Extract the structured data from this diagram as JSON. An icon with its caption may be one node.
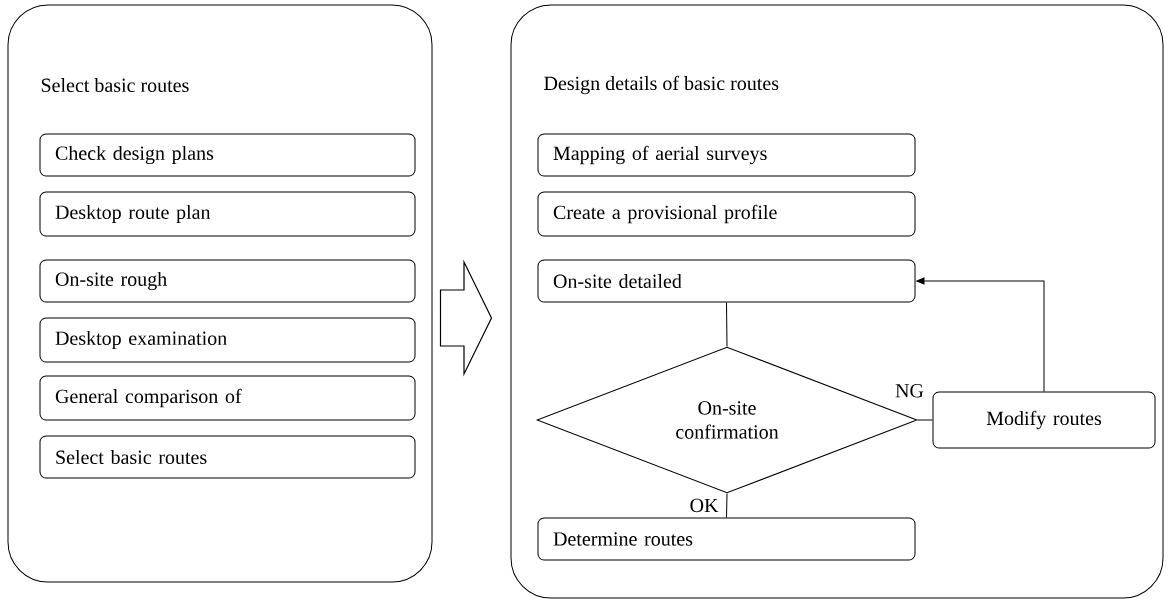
{
  "diagram": {
    "nodes": [
      {
        "text": [
          "Select basic routes"
        ]
      },
      {
        "text": [
          "Check design plans"
        ],
        "in": 0
      },
      {
        "text": [
          "Desktop route plan"
        ],
        "in": 0
      },
      {
        "text": [
          "On-site rough"
        ],
        "in": 0
      },
      {
        "text": [
          "Desktop examination"
        ],
        "in": 0
      },
      {
        "text": [
          "General comparison of"
        ],
        "in": 0
      },
      {
        "text": [
          "Select basic routes"
        ],
        "in": 0
      },
      {
        "text": [
          "Design details of basic routes"
        ]
      },
      {
        "text": [
          "Mapping of aerial surveys"
        ],
        "in": 7
      },
      {
        "text": [
          "Create a provisional profile"
        ],
        "in": 7
      },
      {
        "text": [
          "On-site detailed"
        ],
        "in": 7
      },
      {
        "text": [
          "On-site confirmation"
        ],
        "in": 7
      },
      {
        "text": [
          "Modify routes"
        ],
        "in": 7
      },
      {
        "text": [
          "Determine routes"
        ],
        "in": 7
      }
    ],
    "edges": [
      {
        "from": 0,
        "to": 7,
        "arrow": "to",
        "style": "thick"
      },
      {
        "from": 10,
        "to": 11,
        "arrow": "none"
      },
      {
        "from": 11,
        "to": 12,
        "arrow": "none",
        "label": "NG"
      },
      {
        "from": 12,
        "to": 10,
        "arrow": "to"
      },
      {
        "from": 11,
        "to": 13,
        "arrow": "none",
        "label": "OK"
      }
    ]
  }
}
